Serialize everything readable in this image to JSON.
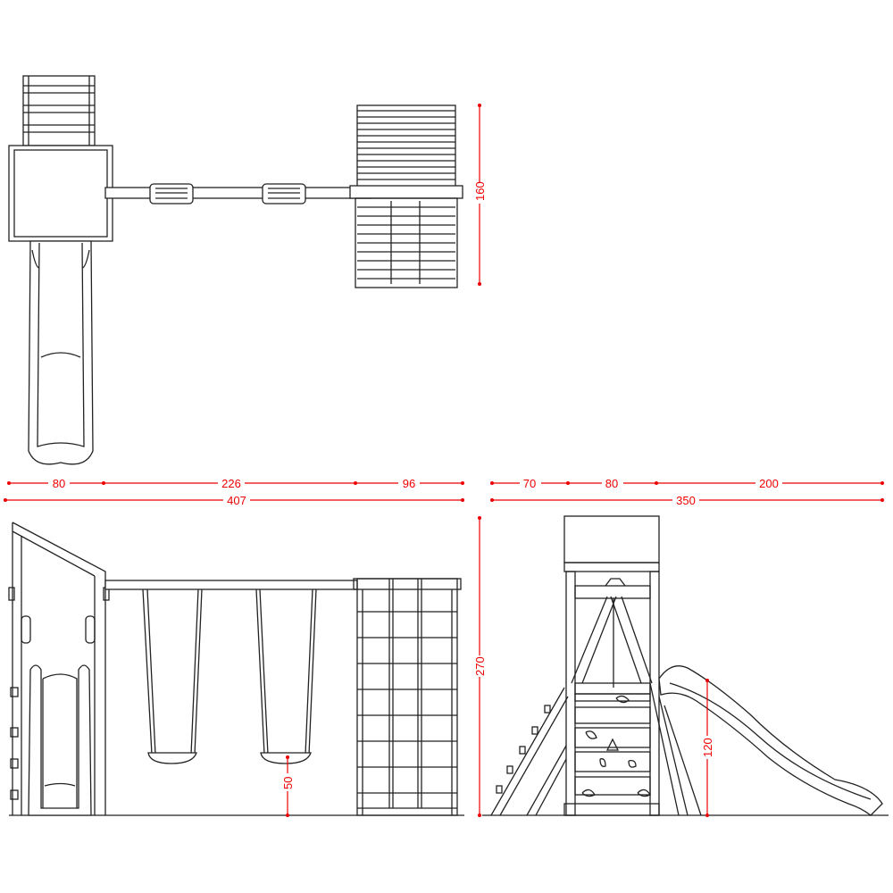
{
  "title": "Playground swing set with tower, slide and climbing frame - technical drawing",
  "colors": {
    "dimension": "#e00000",
    "line": "#222222"
  },
  "units": "cm",
  "top_view": {
    "depth_dimension": "160"
  },
  "front_view": {
    "segment_dimensions": [
      "80",
      "226",
      "96"
    ],
    "total_width": "407",
    "height": "270",
    "swing_seat_height": "50"
  },
  "side_view": {
    "segment_dimensions": [
      "70",
      "80",
      "200"
    ],
    "total_width": "350",
    "slide_height": "120"
  }
}
